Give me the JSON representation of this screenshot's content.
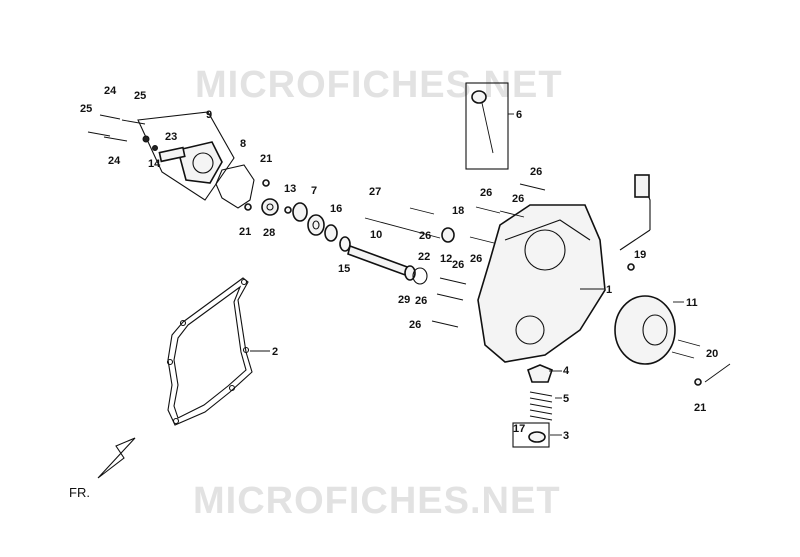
{
  "watermark": {
    "text": "MICROFICHES.NET"
  },
  "direction": {
    "label": "FR."
  },
  "callouts": [
    {
      "id": "c1",
      "text": "1"
    },
    {
      "id": "c2",
      "text": "2"
    },
    {
      "id": "c3",
      "text": "3"
    },
    {
      "id": "c4",
      "text": "4"
    },
    {
      "id": "c5",
      "text": "5"
    },
    {
      "id": "c6",
      "text": "6"
    },
    {
      "id": "c7",
      "text": "7"
    },
    {
      "id": "c8",
      "text": "8"
    },
    {
      "id": "c9",
      "text": "9"
    },
    {
      "id": "c10",
      "text": "10"
    },
    {
      "id": "c11",
      "text": "11"
    },
    {
      "id": "c12",
      "text": "12"
    },
    {
      "id": "c13",
      "text": "13"
    },
    {
      "id": "c14",
      "text": "14"
    },
    {
      "id": "c15",
      "text": "15"
    },
    {
      "id": "c16",
      "text": "16"
    },
    {
      "id": "c17",
      "text": "17"
    },
    {
      "id": "c18",
      "text": "18"
    },
    {
      "id": "c19",
      "text": "19"
    },
    {
      "id": "c20",
      "text": "20"
    },
    {
      "id": "c21a",
      "text": "21"
    },
    {
      "id": "c21b",
      "text": "21"
    },
    {
      "id": "c21c",
      "text": "21"
    },
    {
      "id": "c22",
      "text": "22"
    },
    {
      "id": "c23",
      "text": "23"
    },
    {
      "id": "c24a",
      "text": "24"
    },
    {
      "id": "c24b",
      "text": "24"
    },
    {
      "id": "c25a",
      "text": "25"
    },
    {
      "id": "c25b",
      "text": "25"
    },
    {
      "id": "c26a",
      "text": "26"
    },
    {
      "id": "c26b",
      "text": "26"
    },
    {
      "id": "c26c",
      "text": "26"
    },
    {
      "id": "c26d",
      "text": "26"
    },
    {
      "id": "c26e",
      "text": "26"
    },
    {
      "id": "c26f",
      "text": "26"
    },
    {
      "id": "c26g",
      "text": "26"
    },
    {
      "id": "c26h",
      "text": "26"
    },
    {
      "id": "c27",
      "text": "27"
    },
    {
      "id": "c28",
      "text": "28"
    },
    {
      "id": "c29",
      "text": "29"
    }
  ]
}
